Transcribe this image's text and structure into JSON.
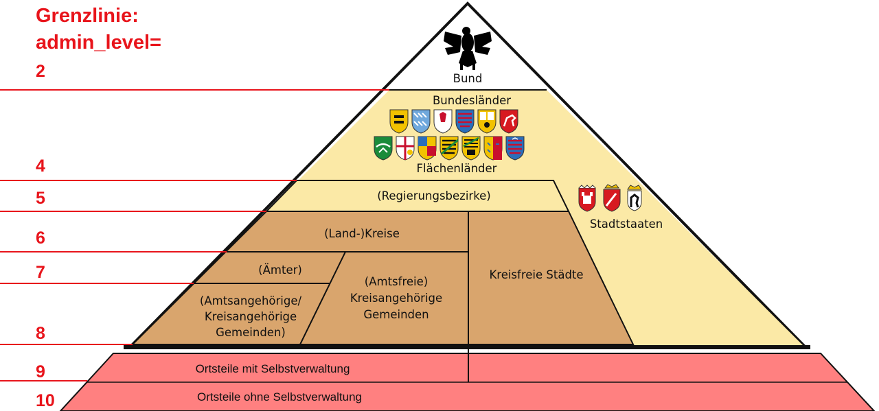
{
  "title": [
    "Grenzlinie:",
    "admin_level="
  ],
  "levels": [
    "2",
    "4",
    "5",
    "6",
    "7",
    "8",
    "9",
    "10"
  ],
  "labels": {
    "bund": "Bund",
    "bundeslaender": "Bundesländer",
    "flaechenlaender": "Flächenländer",
    "regierungsbezirke": "(Regierungsbezirke)",
    "stadtstaaten": "Stadtstaaten",
    "landkreise": "(Land-)Kreise",
    "aemter": "(Ämter)",
    "amtsangehoerige": [
      "(Amtsangehörige/",
      "Kreisangehörige",
      "Gemeinden)"
    ],
    "amtsfreie": [
      "(Amtsfreie)",
      "Kreisangehörige",
      "Gemeinden"
    ],
    "kreisfreie": "Kreisfreie Städte",
    "ortsteile_mit": "Ortsteile mit Selbstverwaltung",
    "ortsteile_ohne": "Ortsteile ohne Selbstverwaltung"
  },
  "colors": {
    "red_line": "#e8141b",
    "yellow": "#fbe9a6",
    "brown": "#d9a56d",
    "pink": "#ff8080",
    "outline": "#111111"
  },
  "icons": {
    "federal": "federal-eagle-icon",
    "state_coats": [
      "coat-of-arms-baden-wuerttemberg-icon",
      "coat-of-arms-bavaria-icon",
      "coat-of-arms-brandenburg-icon",
      "coat-of-arms-hesse-icon",
      "coat-of-arms-mecklenburg-vorpommern-icon",
      "coat-of-arms-lower-saxony-icon",
      "coat-of-arms-north-rhine-westphalia-icon",
      "coat-of-arms-rhineland-palatinate-icon",
      "coat-of-arms-saarland-icon",
      "coat-of-arms-saxony-icon",
      "coat-of-arms-saxony-anhalt-icon",
      "coat-of-arms-schleswig-holstein-icon",
      "coat-of-arms-thuringia-icon"
    ],
    "city_state_coats": [
      "coat-of-arms-hamburg-icon",
      "coat-of-arms-bremen-icon",
      "coat-of-arms-berlin-icon"
    ]
  }
}
